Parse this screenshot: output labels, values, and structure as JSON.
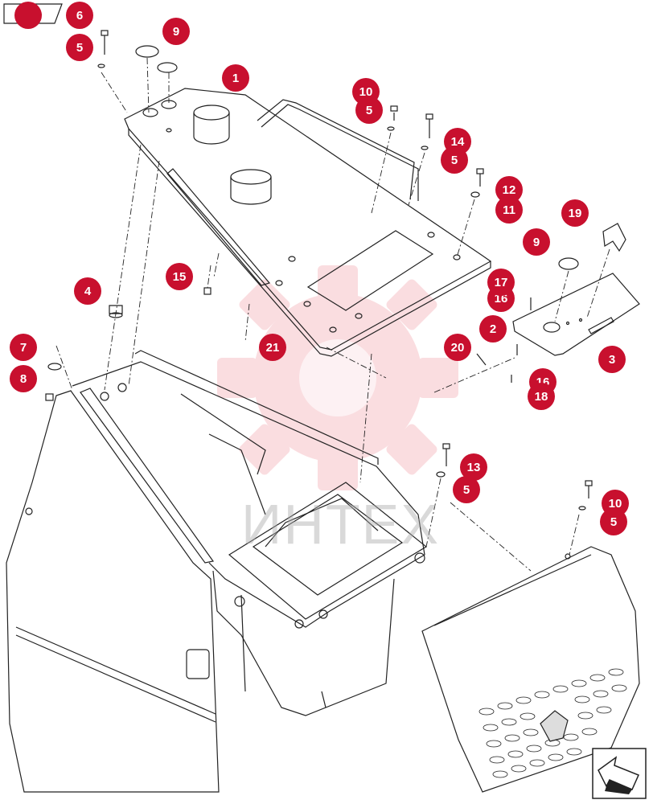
{
  "nav": {
    "home_label": "home"
  },
  "watermark": {
    "text": "ИНТЕХ"
  },
  "colors": {
    "callout": "#c8102e",
    "line": "#222222",
    "watermark": "#e84a5a"
  },
  "callouts": [
    {
      "id": "c1",
      "label": "1"
    },
    {
      "id": "c2",
      "label": "2"
    },
    {
      "id": "c3",
      "label": "3"
    },
    {
      "id": "c4",
      "label": "4"
    },
    {
      "id": "c5a",
      "label": "5"
    },
    {
      "id": "c5b",
      "label": "5"
    },
    {
      "id": "c5c",
      "label": "5"
    },
    {
      "id": "c5d",
      "label": "5"
    },
    {
      "id": "c5e",
      "label": "5"
    },
    {
      "id": "c6",
      "label": "6"
    },
    {
      "id": "c7",
      "label": "7"
    },
    {
      "id": "c8",
      "label": "8"
    },
    {
      "id": "c9a",
      "label": "9"
    },
    {
      "id": "c9b",
      "label": "9"
    },
    {
      "id": "c10a",
      "label": "10"
    },
    {
      "id": "c10b",
      "label": "10"
    },
    {
      "id": "c11",
      "label": "11"
    },
    {
      "id": "c12",
      "label": "12"
    },
    {
      "id": "c13",
      "label": "13"
    },
    {
      "id": "c14",
      "label": "14"
    },
    {
      "id": "c15",
      "label": "15"
    },
    {
      "id": "c16a",
      "label": "16"
    },
    {
      "id": "c16b",
      "label": "16"
    },
    {
      "id": "c17",
      "label": "17"
    },
    {
      "id": "c18",
      "label": "18"
    },
    {
      "id": "c19",
      "label": "19"
    },
    {
      "id": "c20",
      "label": "20"
    },
    {
      "id": "c21",
      "label": "21"
    }
  ]
}
